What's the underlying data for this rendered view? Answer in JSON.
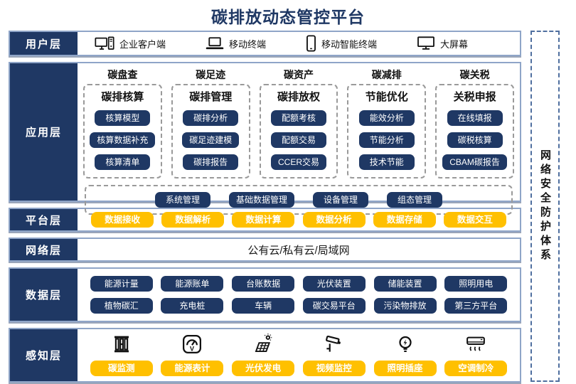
{
  "title": "碳排放动态管控平台",
  "security": {
    "label": "网络安全防护体系"
  },
  "colors": {
    "navy": "#1F3864",
    "gold": "#FFC000",
    "row_border": "#8FA5C8",
    "dashed_gray": "#9A9A9A",
    "security_border": "#4F6F9F"
  },
  "layers": {
    "user": {
      "label": "用户层",
      "items": [
        {
          "icon": "desktop-pc-icon",
          "label": "企业客户端"
        },
        {
          "icon": "laptop-icon",
          "label": "移动终端"
        },
        {
          "icon": "smartphone-icon",
          "label": "移动智能终端"
        },
        {
          "icon": "big-screen-icon",
          "label": "大屏幕"
        }
      ]
    },
    "application": {
      "label": "应用层",
      "columns": [
        {
          "header": "碳盘查",
          "title": "碳排核算",
          "buttons": [
            "核算模型",
            "核算数据补充",
            "核算清单"
          ]
        },
        {
          "header": "碳足迹",
          "title": "碳排管理",
          "buttons": [
            "碳排分析",
            "碳足迹建模",
            "碳排报告"
          ]
        },
        {
          "header": "碳资产",
          "title": "碳排放权",
          "buttons": [
            "配额考核",
            "配额交易",
            "CCER交易"
          ]
        },
        {
          "header": "碳减排",
          "title": "节能优化",
          "buttons": [
            "能效分析",
            "节能分析",
            "技术节能"
          ]
        },
        {
          "header": "碳关税",
          "title": "关税申报",
          "buttons": [
            "在线填报",
            "碳税核算",
            "CBAM碳报告"
          ]
        }
      ],
      "common_buttons": [
        "系统管理",
        "基础数据管理",
        "设备管理",
        "组态管理"
      ]
    },
    "platform": {
      "label": "平台层",
      "buttons": [
        "数据接收",
        "数据解析",
        "数据计算",
        "数据分析",
        "数据存储",
        "数据交互"
      ]
    },
    "network": {
      "label": "网络层",
      "content": "公有云/私有云/局域网"
    },
    "data": {
      "label": "数据层",
      "rows": [
        [
          "能源计量",
          "能源账单",
          "台账数据",
          "光伏装置",
          "储能装置",
          "照明用电"
        ],
        [
          "植物碳汇",
          "充电桩",
          "车辆",
          "碳交易平台",
          "污染物排放",
          "第三方平台"
        ]
      ]
    },
    "perception": {
      "label": "感知层",
      "items": [
        {
          "icon": "carbon-monitor-icon",
          "label": "碳监测"
        },
        {
          "icon": "energy-meter-icon",
          "label": "能源表计"
        },
        {
          "icon": "solar-power-icon",
          "label": "光伏发电"
        },
        {
          "icon": "cctv-camera-icon",
          "label": "视频监控"
        },
        {
          "icon": "light-bulb-icon",
          "label": "照明插座"
        },
        {
          "icon": "air-conditioner-icon",
          "label": "空调制冷"
        }
      ]
    }
  }
}
